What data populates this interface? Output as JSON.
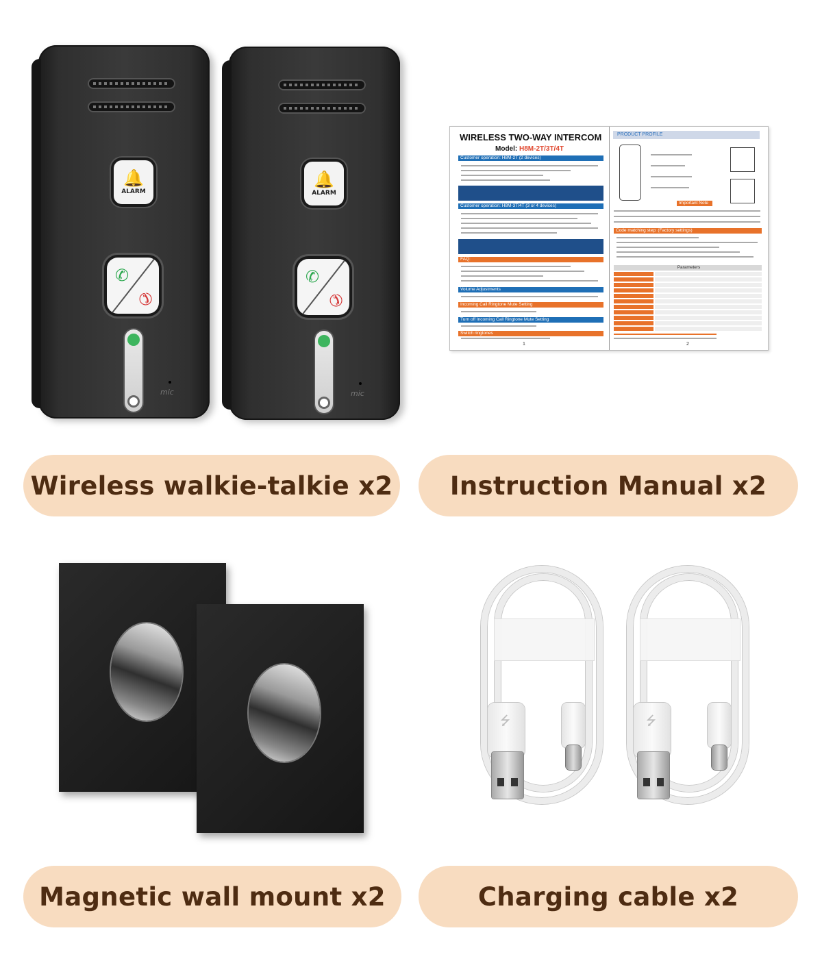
{
  "labels": {
    "walkie_talkie": "Wireless walkie-talkie x2",
    "manual": "Instruction Manual x2",
    "wall_mount": "Magnetic wall mount x2",
    "cable": "Charging cable x2"
  },
  "device": {
    "alarm_label": "ALARM",
    "mic_label": "mic"
  },
  "manual_print": {
    "title": "WIRELESS TWO-WAY INTERCOM",
    "model_prefix": "Model:",
    "model_value": "H8M-2T/3T/4T",
    "customer_op_1": "Customer operation: H8M-2T (2 devices)",
    "customer_op_2": "Customer operation: H8M-3T/4T (3 or 4 devices)",
    "faq": "FAQ:",
    "volume": "Volume Adjustments",
    "mute": "Incoming Call Ringtone Mute Setting",
    "mute_off": "Turn off Incoming Call Ringtone Mute Setting",
    "switch": "Switch ringtones",
    "product_profile": "PRODUCT PROFILE",
    "important": "Important Note",
    "code_matching": "Code matching step: (Factory settings)",
    "parameters": "Parameters",
    "page1": "1",
    "page2": "2"
  },
  "colors": {
    "pill_bg": "#f8dcc0",
    "pill_text": "#4e2c12",
    "manual_orange": "#e8722a",
    "manual_blue": "#1f6fb6"
  },
  "icons": [
    "bell-icon",
    "phone-green-icon",
    "phone-red-icon",
    "usb-icon"
  ]
}
